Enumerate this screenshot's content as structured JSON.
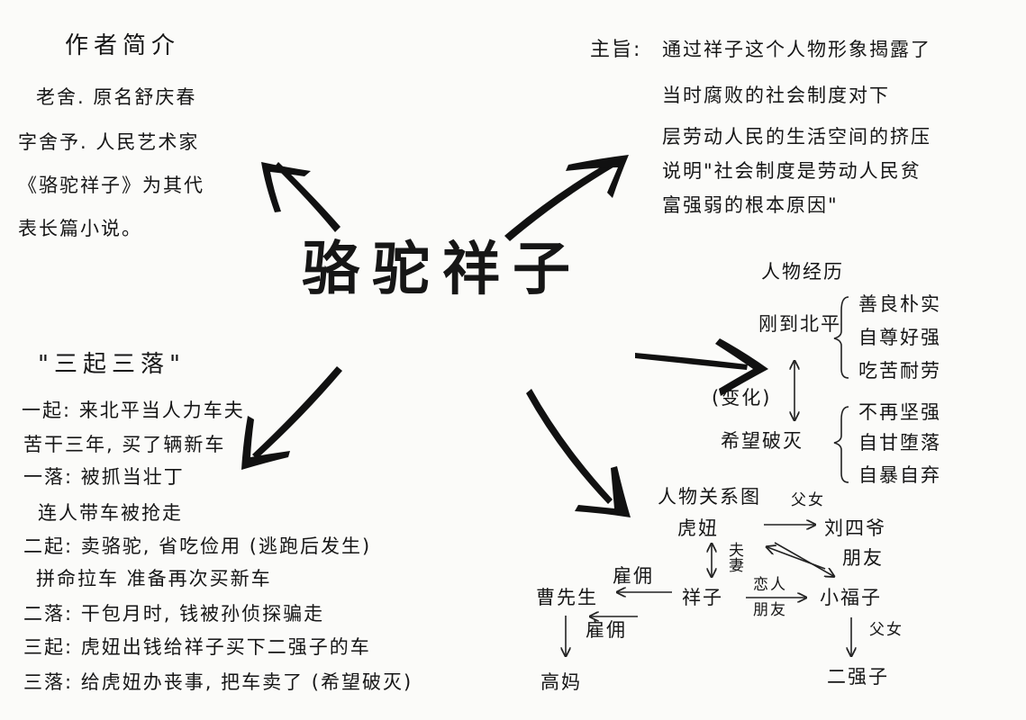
{
  "title": "骆驼祥子",
  "author": {
    "heading": "作者简介",
    "lines": [
      "老舍. 原名舒庆春",
      "字舍予. 人民艺术家",
      "《骆驼祥子》为其代",
      "表长篇小说。"
    ]
  },
  "theme": {
    "label": "主旨:",
    "lines": [
      "通过祥子这个人物形象揭露了",
      "当时腐败的社会制度对下",
      "层劳动人民的生活空间的挤压",
      "说明\"社会制度是劳动人民贫",
      "富强弱的根本原因\""
    ]
  },
  "rises_falls": {
    "heading": "\"三起三落\"",
    "lines": [
      "一起: 来北平当人力车夫",
      "苦干三年, 买了辆新车",
      "一落: 被抓当壮丁",
      "连人带车被抢走",
      "二起: 卖骆驼, 省吃俭用 (逃跑后发生)",
      "拼命拉车      准备再次买新车",
      "二落: 干包月时, 钱被孙侦探骗走",
      "三起: 虎妞出钱给祥子买下二强子的车",
      "三落: 给虎妞办丧事, 把车卖了 (希望破灭)"
    ]
  },
  "experience": {
    "heading": "人物经历",
    "start": "刚到北平",
    "change": "(变化)",
    "end": "希望破灭",
    "before_traits": [
      "善良朴实",
      "自尊好强",
      "吃苦耐劳"
    ],
    "after_traits": [
      "不再坚强",
      "自甘堕落",
      "自暴自弃"
    ]
  },
  "relations": {
    "heading": "人物关系图",
    "nodes": {
      "huniu": "虎妞",
      "liusiye": "刘四爷",
      "xiangzi": "祥子",
      "xiaofuzi": "小福子",
      "cao": "曹先生",
      "gaoma": "高妈",
      "erqiangzi": "二强子"
    },
    "edges": {
      "father_daughter_1": "父女",
      "friends": "朋友",
      "spouses": "夫妻",
      "lovers": "恋人",
      "friends_2": "朋友",
      "employ_1": "雇佣",
      "employ_2": "雇佣",
      "father_daughter_2": "父女"
    }
  }
}
